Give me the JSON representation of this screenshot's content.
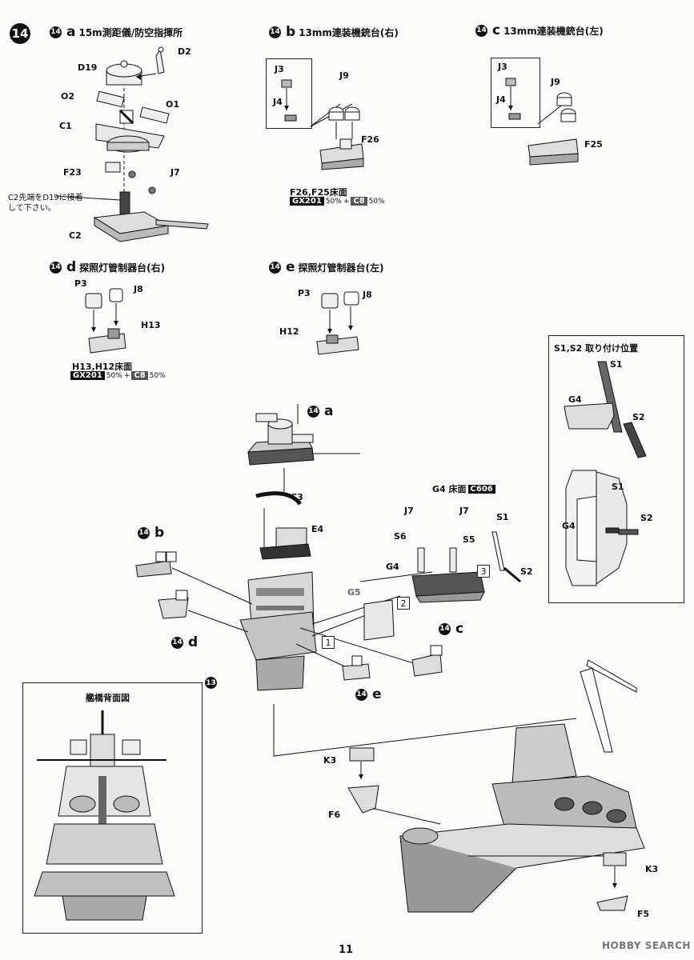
{
  "step": {
    "number": "14"
  },
  "sub_a": {
    "id": "14",
    "letter": "a",
    "title": "15m測距儀/防空指揮所",
    "labels": [
      "D2",
      "D19",
      "O2",
      "O1",
      "C1",
      "F23",
      "J7",
      "C2"
    ],
    "note": "C2先端をD19に接着して下さい。"
  },
  "sub_b": {
    "id": "14",
    "letter": "b",
    "title": "13mm連装機銃台(右)",
    "labels": [
      "J3",
      "J9",
      "J4",
      "F26"
    ],
    "floor_label": "F26,F25床面",
    "paint": {
      "a": "GX201",
      "a_pct": "50%",
      "plus": "+",
      "b": "C8",
      "b_pct": "50%"
    }
  },
  "sub_c": {
    "id": "14",
    "letter": "c",
    "title": "13mm連装機銃台(左)",
    "labels": [
      "J3",
      "J9",
      "J4",
      "F25"
    ]
  },
  "sub_d": {
    "id": "14",
    "letter": "d",
    "title": "探照灯管制器台(右)",
    "labels": [
      "P3",
      "J8",
      "H13"
    ],
    "floor_label": "H13,H12床面",
    "paint": {
      "a": "GX201",
      "a_pct": "50%",
      "plus": "+",
      "b": "C8",
      "b_pct": "50%"
    }
  },
  "sub_e": {
    "id": "14",
    "letter": "e",
    "title": "探照灯管制器台(左)",
    "labels": [
      "P3",
      "J8",
      "H12"
    ]
  },
  "position_box": {
    "title": "S1,S2 取り付け位置",
    "labels_top": [
      "S1",
      "G4",
      "S2"
    ],
    "labels_bottom": [
      "S1",
      "G4",
      "S2"
    ]
  },
  "main": {
    "g4_floor": "G4 床面",
    "g4_paint": "C606",
    "labels": [
      "C3",
      "E4",
      "J7",
      "J7",
      "S6",
      "S5",
      "S1",
      "G4",
      "S2",
      "G5"
    ],
    "steps": [
      "1",
      "2",
      "3"
    ],
    "refs": [
      {
        "id": "14",
        "letter": "a"
      },
      {
        "id": "14",
        "letter": "b"
      },
      {
        "id": "14",
        "letter": "c"
      },
      {
        "id": "14",
        "letter": "d"
      },
      {
        "id": "14",
        "letter": "e"
      },
      {
        "id": "13",
        "letter": ""
      }
    ]
  },
  "rear_view": {
    "title": "艦橋背面図"
  },
  "hull": {
    "labels": [
      "K3",
      "F6",
      "K3",
      "F5"
    ]
  },
  "page": {
    "number": "11",
    "watermark": "HOBBY SEARCH"
  }
}
